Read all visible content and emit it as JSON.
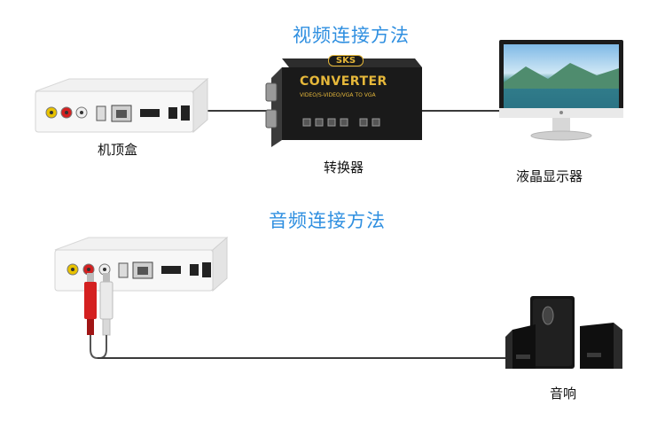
{
  "video_section": {
    "title": "视频连接方法",
    "settop_label": "机顶盒",
    "converter_label": "转换器",
    "monitor_label": "液晶显示器",
    "converter": {
      "brand": "SKS",
      "name": "CONVERTER",
      "subtitle": "VIDEO/S-VIDEO/VGA TO VGA"
    }
  },
  "audio_section": {
    "title": "音频连接方法",
    "speaker_label": "音响"
  },
  "colors": {
    "title_blue": "#2f8fe0",
    "cable": "#3a3a3a",
    "converter_text": "#e6b83a",
    "rca_red": "#d42020",
    "rca_white": "#e8e8e8"
  }
}
